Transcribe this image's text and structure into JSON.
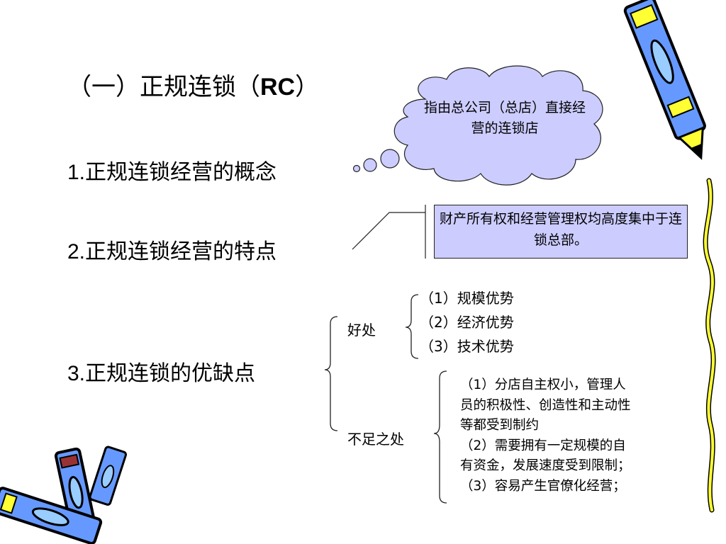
{
  "slide": {
    "title_prefix": "（一）正规连锁（",
    "title_rc": "RC",
    "title_suffix": "）",
    "heading1_num": "1.",
    "heading1_text": "正规连锁经营的概念",
    "heading2_num": "2.",
    "heading2_text": "正规连锁经营的特点",
    "heading3_num": "3.",
    "heading3_text": "正规连锁的优缺点",
    "cloud_text": "指由总公司（总店）直接经营的连锁店",
    "box_text": "财产所有权和经营管理权均高度集中于连锁总部。",
    "pros_label": "好处",
    "cons_label": "不足之处",
    "pros": [
      "（1）规模优势",
      "（2）经济优势",
      "（3）技术优势"
    ],
    "cons": [
      "（1）分店自主权小，管理人",
      "员的积极性、创造性和主动性",
      "等都受到制约",
      "（2）需要拥有一定规模的自",
      "有资金，发展速度受到限制；",
      "（3）容易产生官僚化经营；"
    ]
  },
  "colors": {
    "cloud_fill": "#ccccff",
    "box_fill": "#ccccff",
    "crayon_blue": "#6699ff",
    "crayon_yellow": "#ffff33",
    "squiggle_yellow": "#ffff33"
  },
  "icons": [
    "pencil-crayon-icon",
    "crayon-pair-icon",
    "yellow-squiggle-line"
  ]
}
